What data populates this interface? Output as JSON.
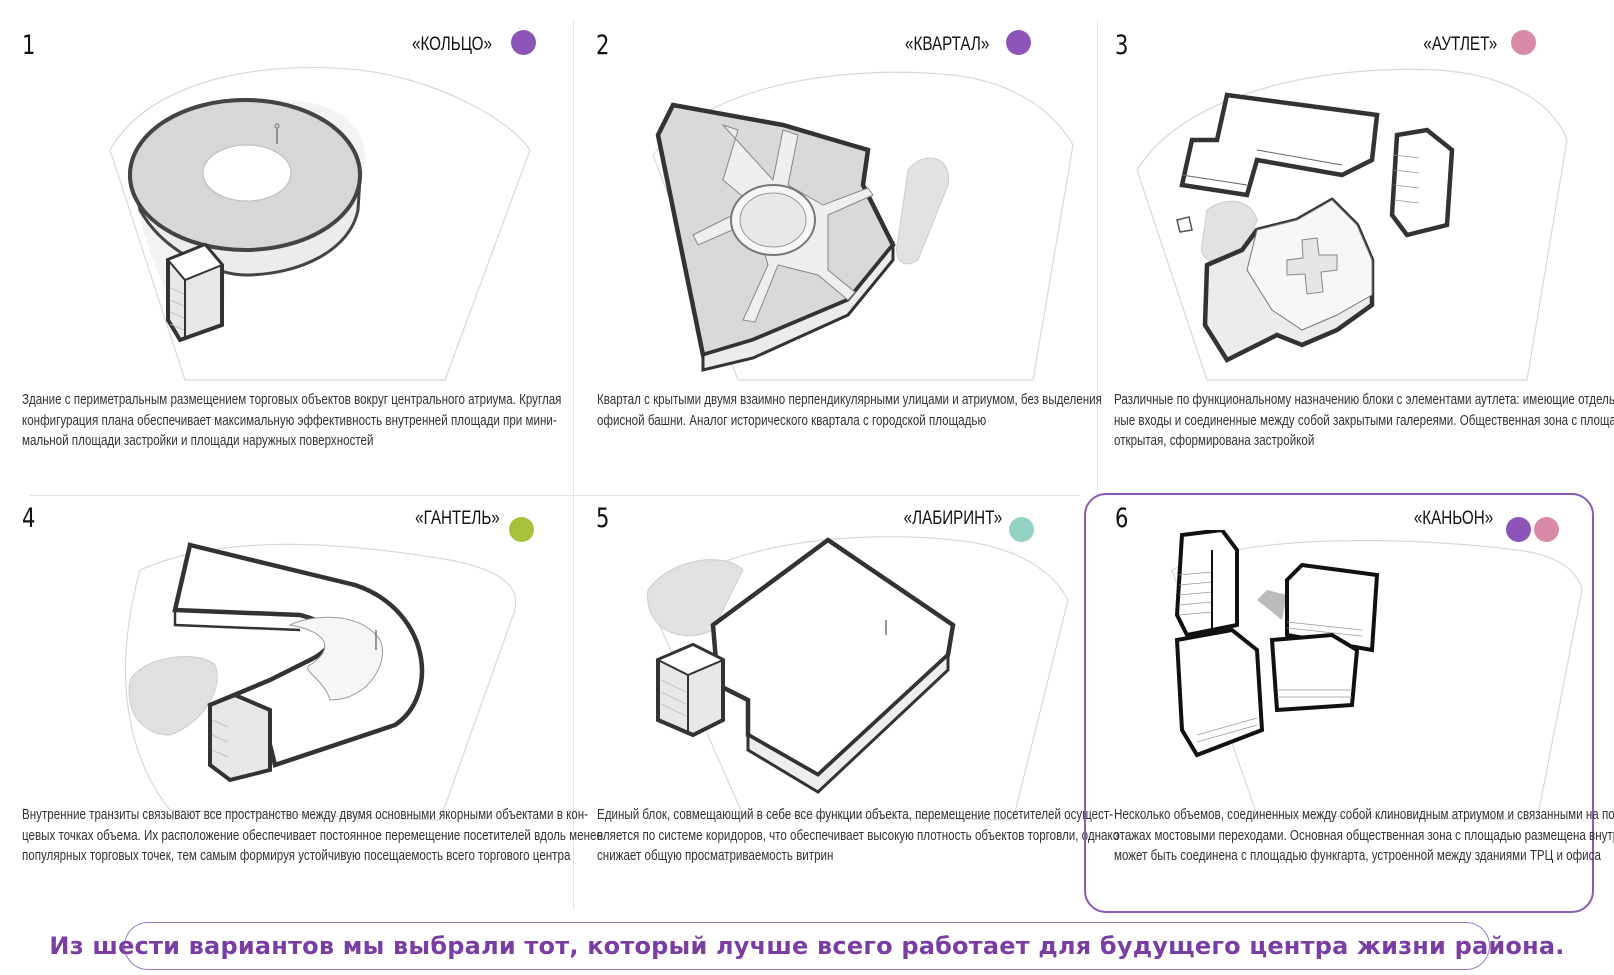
{
  "panels": [
    {
      "num": "1",
      "title": "«КОЛЬЦО»",
      "dots": [
        "#8e55b8"
      ],
      "desc": [
        "Здание с периметральным размещением торговых объектов вокруг центрального атриума. Круглая",
        "конфигурация плана обеспечивает максимальную эффективность внутренней площади при мини-",
        "мальной площади застройки и площади наружных поверхностей"
      ]
    },
    {
      "num": "2",
      "title": "«КВАРТАЛ»",
      "dots": [
        "#8e55b8"
      ],
      "desc": [
        "Квартал с крытыми двумя взаимно перпендикулярными улицами и атриумом, без выделения",
        "офисной башни. Аналог исторического квартала с городской площадью"
      ]
    },
    {
      "num": "3",
      "title": "«АУТЛЕТ»",
      "dots": [
        "#d98aa8"
      ],
      "desc": [
        "Различные по функциональному назначению блоки с элементами аутлета: имеющие отдель-",
        "ные входы и соединенные между собой закрытыми галереями. Общественная зона с площадью",
        "открытая, сформирована застройкой"
      ]
    },
    {
      "num": "4",
      "title": "«ГАНТЕЛЬ»",
      "dots": [
        "#a6c23a"
      ],
      "desc": [
        "Внутренние транзиты связывают все пространство между двумя основными якорными объектами в кон-",
        "цевых точках объема. Их расположение обеспечивает постоянное перемещение посетителей вдоль менее",
        "популярных торговых точек, тем самым формируя устойчивую посещаемость всего торгового центра"
      ]
    },
    {
      "num": "5",
      "title": "«ЛАБИРИНТ»",
      "dots": [
        "#95d1c2"
      ],
      "desc": [
        "Единый блок, совмещающий в себе все функции объекта, перемещение посетителей осущест-",
        "вляется по системе коридоров, что обеспечивает высокую плотность объектов торговли, однако",
        "снижает общую просматриваемость витрин"
      ]
    },
    {
      "num": "6",
      "title": "«КАНЬОН»",
      "dots": [
        "#8e55b8",
        "#d98aa8"
      ],
      "desc": [
        "Несколько объемов, соединенных между собой клиновидным атриумом и связанными на последующих",
        "этажах мостовыми переходами. Основная общественная зона с площадью размещена внутри, при этом",
        "может быть соединена с площадью функгарта, устроенной между зданиями ТРЦ и офиса"
      ]
    }
  ],
  "banner": "Из шести вариантов мы выбрали тот, который лучше всего работает для будущего центра жизни района."
}
